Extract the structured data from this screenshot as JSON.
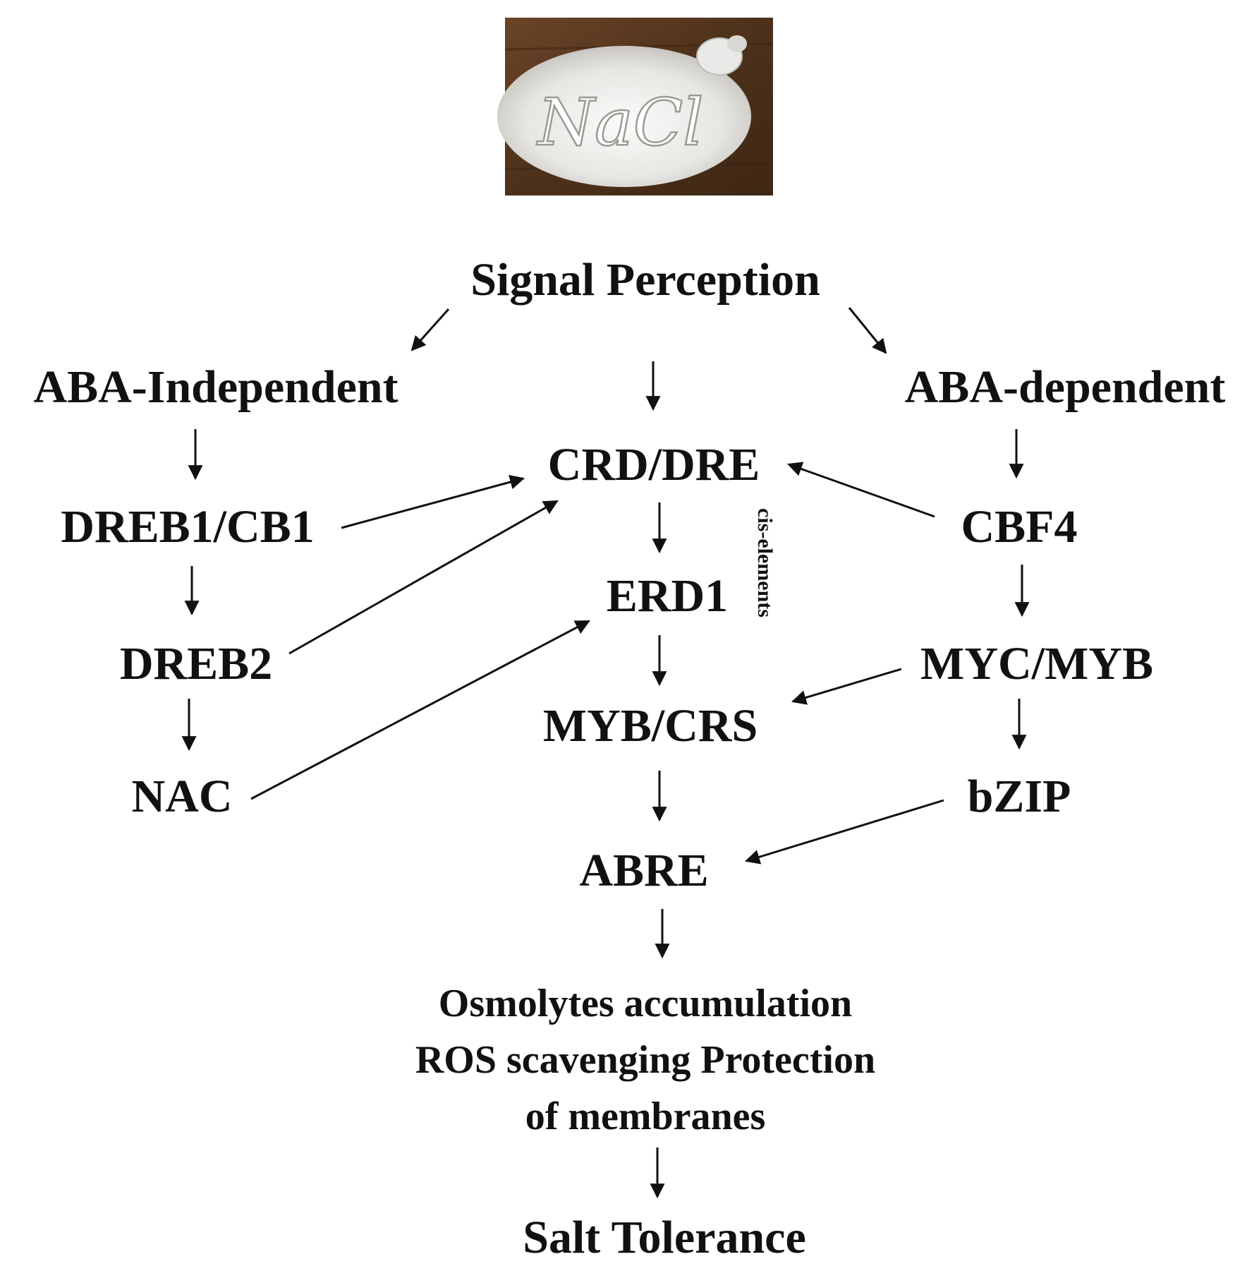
{
  "image": {
    "caption_text": "NaCl",
    "colors": {
      "wood": "#5a3a22",
      "salt": "#eeeeec"
    }
  },
  "nodes": {
    "signal_perception": "Signal Perception",
    "aba_independent": "ABA-Independent",
    "aba_dependent": "ABA-dependent",
    "crd_dre": "CRD/DRE",
    "dreb1_cb1": "DREB1/CB1",
    "cbf4": "CBF4",
    "erd1": "ERD1",
    "dreb2": "DREB2",
    "myc_myb": "MYC/MYB",
    "myb_crs": "MYB/CRS",
    "nac": "NAC",
    "bzip": "bZIP",
    "abre": "ABRE",
    "outcome_line1": "Osmolytes accumulation",
    "outcome_line2": "ROS scavenging Protection",
    "outcome_line3": "of membranes",
    "salt_tolerance": "Salt Tolerance"
  },
  "side_label": "cis-elements",
  "edges": [
    {
      "from": "signal_perception",
      "to": "aba_independent"
    },
    {
      "from": "signal_perception",
      "to": "crd_dre"
    },
    {
      "from": "signal_perception",
      "to": "aba_dependent"
    },
    {
      "from": "aba_independent",
      "to": "dreb1_cb1"
    },
    {
      "from": "dreb1_cb1",
      "to": "dreb2"
    },
    {
      "from": "dreb2",
      "to": "nac"
    },
    {
      "from": "dreb1_cb1",
      "to": "crd_dre"
    },
    {
      "from": "dreb2",
      "to": "crd_dre"
    },
    {
      "from": "nac",
      "to": "erd1"
    },
    {
      "from": "aba_dependent",
      "to": "cbf4"
    },
    {
      "from": "cbf4",
      "to": "myc_myb"
    },
    {
      "from": "myc_myb",
      "to": "bzip"
    },
    {
      "from": "cbf4",
      "to": "crd_dre"
    },
    {
      "from": "myc_myb",
      "to": "myb_crs"
    },
    {
      "from": "bzip",
      "to": "abre"
    },
    {
      "from": "crd_dre",
      "to": "erd1"
    },
    {
      "from": "erd1",
      "to": "myb_crs"
    },
    {
      "from": "myb_crs",
      "to": "abre"
    },
    {
      "from": "abre",
      "to": "outcome"
    },
    {
      "from": "outcome",
      "to": "salt_tolerance"
    }
  ]
}
